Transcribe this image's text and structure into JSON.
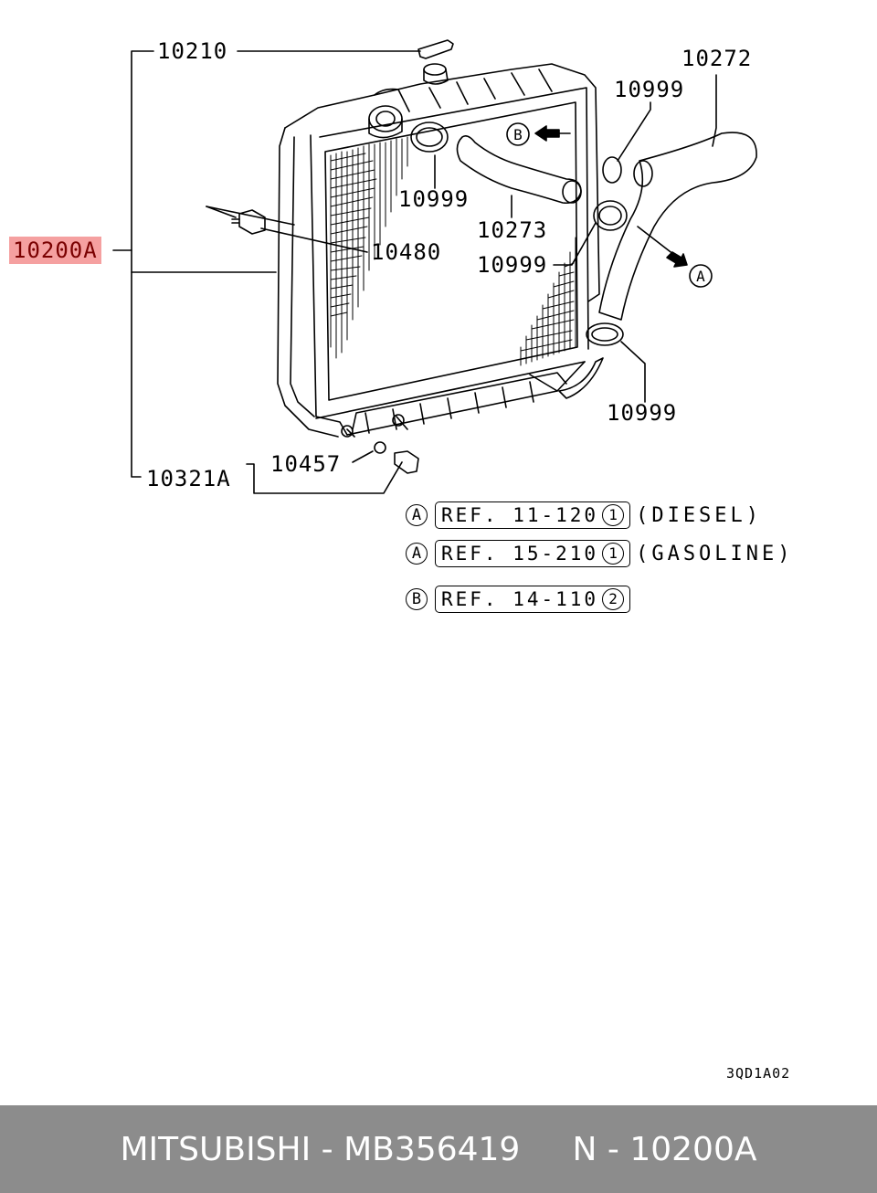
{
  "labels": {
    "p10210": "10210",
    "p10272": "10272",
    "p10999_top": "10999",
    "p10999_left": "10999",
    "p10273": "10273",
    "p10999_mid": "10999",
    "p10480": "10480",
    "p10200a": "10200A",
    "p10999_bottom": "10999",
    "p10457": "10457",
    "p10321a": "10321A",
    "marker_b": "B",
    "marker_a": "A"
  },
  "references": [
    {
      "marker": "A",
      "ref": "REF. 11-120",
      "num": "1",
      "note": "(DIESEL)"
    },
    {
      "marker": "A",
      "ref": "REF. 15-210",
      "num": "1",
      "note": "(GASOLINE)"
    },
    {
      "marker": "B",
      "ref": "REF. 14-110",
      "num": "2",
      "note": ""
    }
  ],
  "figure_code": "3QD1A02",
  "footer": {
    "brand": "MITSUBISHI",
    "part_number": "MB356419",
    "callout": "N - 10200A"
  },
  "colors": {
    "highlight": "#f5a0a0",
    "footer_bg": "#8c8c8c"
  }
}
